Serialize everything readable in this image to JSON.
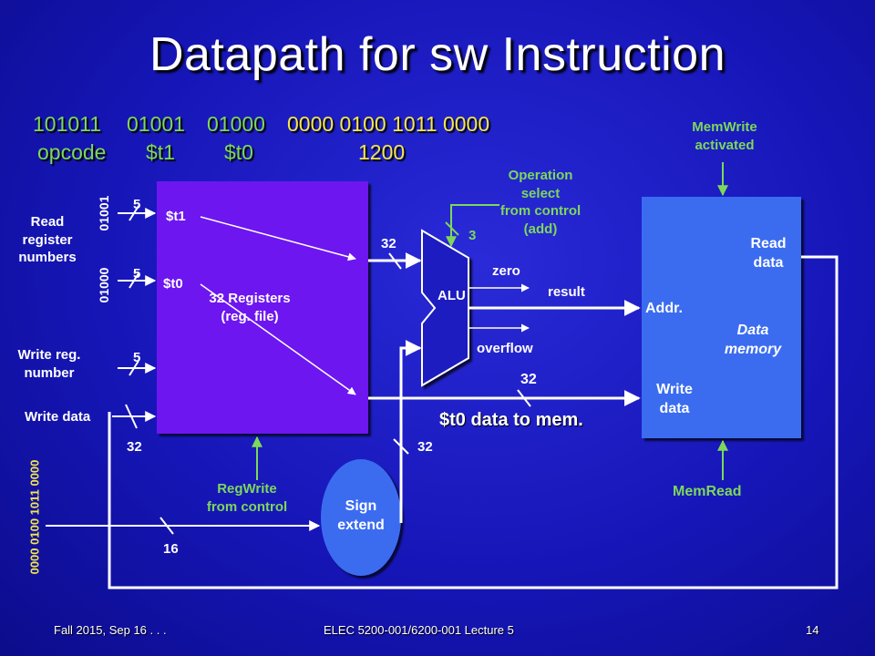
{
  "title": "Datapath for sw Instruction",
  "encoding": {
    "opcode_bits": "101011",
    "rs_bits": "01001",
    "rt_bits": "01000",
    "imm_bits": "0000 0100 1011 0000",
    "opcode_label": "opcode",
    "rs_label": "$t1",
    "rt_label": "$t0",
    "imm_label": "1200"
  },
  "register_file": {
    "read_reg_label": "Read\nregister\nnumbers",
    "read_bits_1": "01001",
    "read_bits_2": "01000",
    "bus_width_1": "5",
    "bus_width_2": "5",
    "bus_width_3": "5",
    "port_t1": "$t1",
    "port_t0": "$t0",
    "name": "32 Registers\n(reg. file)",
    "write_reg_label": "Write reg.\nnumber",
    "write_data_label": "Write data",
    "write_data_width": "32",
    "regwrite_label": "RegWrite\nfrom control"
  },
  "alu": {
    "label": "ALU",
    "input_width_top": "32",
    "input_width_bottom": "32",
    "op_width": "3",
    "op_label": "Operation\nselect\nfrom control\n(add)",
    "zero_label": "zero",
    "result_label": "result",
    "overflow_label": "overflow",
    "wd_width": "32",
    "to_mem_label": "$t0 data to mem."
  },
  "sign_extend": {
    "label": "Sign\nextend",
    "imm_bits_vertical": "0000 0100 1011 0000",
    "input_width": "16"
  },
  "data_memory": {
    "memwrite_label": "MemWrite\nactivated",
    "read_data_label": "Read\ndata",
    "addr_label": "Addr.",
    "name": "Data\nmemory",
    "write_data_label": "Write\ndata",
    "memread_label": "MemRead"
  },
  "footer": {
    "date": "Fall 2015, Sep 16 . . .",
    "course": "ELEC 5200-001/6200-001 Lecture 5",
    "page": "14"
  },
  "colors": {
    "background": "#1a1ac0",
    "register_file": "#6d16f0",
    "data_memory": "#3a6cf0",
    "sign_extend": "#3a6cf0",
    "green": "#7dd85a",
    "yellow": "#f5e84a"
  }
}
